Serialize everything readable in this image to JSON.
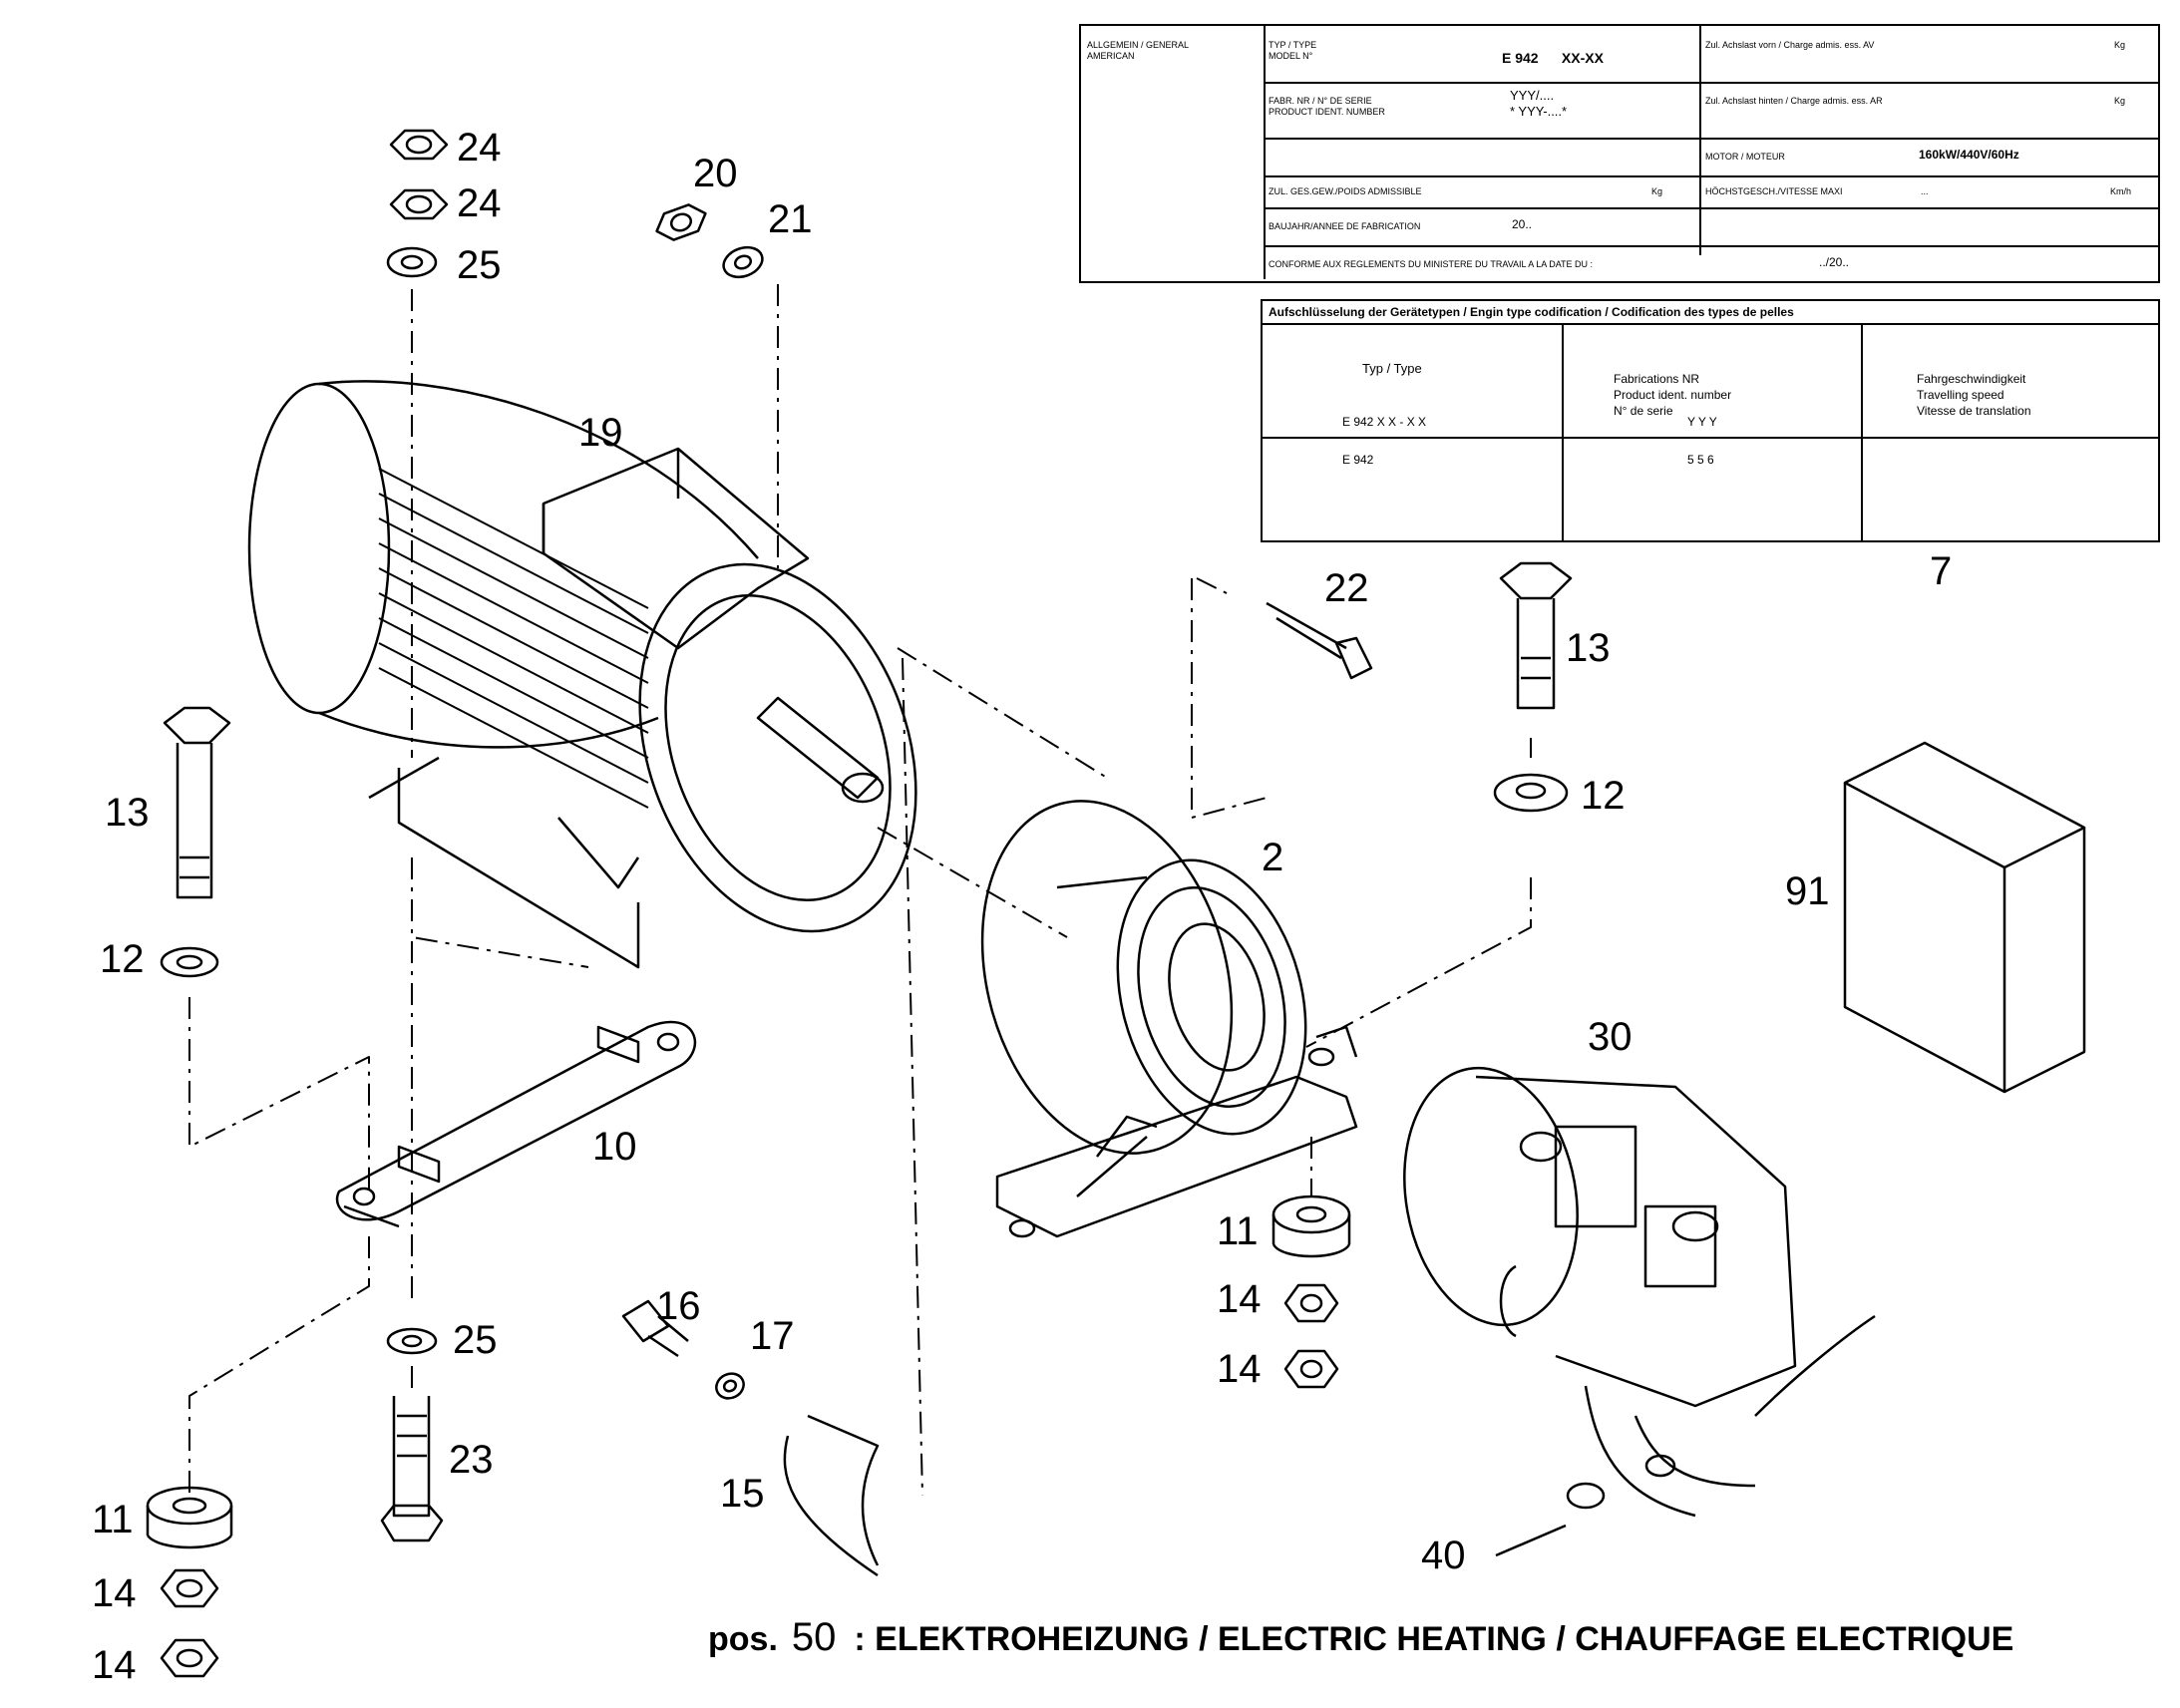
{
  "plate": {
    "general": "ALLGEMEIN / GENERAL\nAMERICAN",
    "typ_label": "TYP / TYPE\nMODEL N°",
    "typ_value": "E 942      XX-XX",
    "axle_front": "Zul. Achslast vorn / Charge admis. ess. AV",
    "axle_front_unit": "Kg",
    "serial_label": "FABR. NR / N° DE SERIE\nPRODUCT IDENT. NUMBER",
    "serial_value": "YYY/....\n* YYY-....*",
    "axle_rear": "Zul. Achslast hinten / Charge admis. ess. AR",
    "axle_rear_unit": "Kg",
    "motor_label": "MOTOR / MOTEUR",
    "motor_value": "160kW/440V/60Hz",
    "weight_label": "ZUL. GES.GEW./POIDS ADMISSIBLE",
    "weight_unit": "Kg",
    "speed_label": "HÖCHSTGESCH./VITESSE MAXI",
    "speed_value": "...",
    "speed_unit": "Km/h",
    "year_label": "BAUJAHR/ANNEE DE FABRICATION",
    "year_value": "20..",
    "conform_label": "CONFORME AUX REGLEMENTS DU MINISTERE DU TRAVAIL A LA DATE DU :",
    "conform_value": "../20.."
  },
  "codification": {
    "header": "Aufschlüsselung der Gerätetypen / Engin type codification / Codification des types de pelles",
    "col1_title": "Typ / Type",
    "col1_sub": "E 942 X X - X X",
    "col2_title": "Fabrications NR\nProduct ident. number\nN° de serie",
    "col2_sub": "Y Y Y",
    "col3_title": "Fahrgeschwindigkeit\nTravelling speed\nVitesse de translation",
    "row_type": "E 942",
    "row_number": "5 5 6",
    "row_speed": ""
  },
  "callouts": [
    "24",
    "24",
    "25",
    "20",
    "21",
    "19",
    "22",
    "13",
    "7",
    "13",
    "12",
    "2",
    "12",
    "91",
    "30",
    "10",
    "11",
    "14",
    "14",
    "16",
    "17",
    "25",
    "23",
    "15",
    "11",
    "14",
    "14",
    "40"
  ],
  "caption": {
    "prefix": "pos.",
    "number": "50",
    "text": ": ELEKTROHEIZUNG / ELECTRIC HEATING / CHAUFFAGE ELECTRIQUE"
  },
  "icons": [
    "hex-nut",
    "washer",
    "hex-bolt",
    "electric-motor",
    "motor-flange",
    "heater-box",
    "hydraulic-pump",
    "mounting-bracket",
    "cover-plate"
  ]
}
